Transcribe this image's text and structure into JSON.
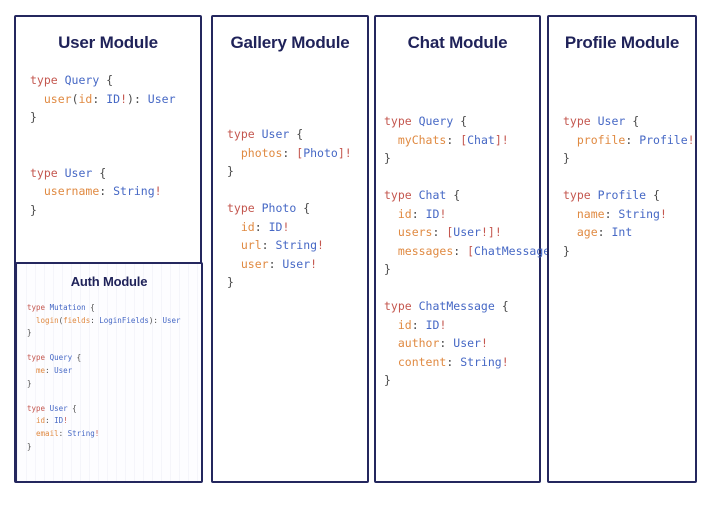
{
  "canvas": {
    "background": "#ffffff",
    "border_color": "#24275e",
    "title_color": "#1f2259"
  },
  "syntax_colors": {
    "keyword": "#c4574f",
    "type_name": "#4668c5",
    "field": "#e08a42",
    "type_ref": "#4668c5",
    "punctuation": "#4a4a4a",
    "non_null": "#c4574f"
  },
  "panels": [
    {
      "id": "user-module",
      "title": "User Module",
      "code_lines": [
        [
          [
            "type ",
            "kw"
          ],
          [
            "Query",
            "tname"
          ],
          [
            " {",
            "punc"
          ]
        ],
        [
          [
            "  ",
            "punc"
          ],
          [
            "user",
            "field"
          ],
          [
            "(",
            "punc"
          ],
          [
            "id",
            "field"
          ],
          [
            ": ",
            "punc"
          ],
          [
            "ID",
            "type"
          ],
          [
            "!",
            "bang"
          ],
          [
            "): ",
            "punc"
          ],
          [
            "User",
            "type"
          ]
        ],
        [
          [
            "}",
            "punc"
          ]
        ],
        [
          [
            "",
            "punc"
          ]
        ],
        [
          [
            "",
            "punc"
          ]
        ],
        [
          [
            "type ",
            "kw"
          ],
          [
            "User",
            "tname"
          ],
          [
            " {",
            "punc"
          ]
        ],
        [
          [
            "  ",
            "punc"
          ],
          [
            "username",
            "field"
          ],
          [
            ": ",
            "punc"
          ],
          [
            "String",
            "type"
          ],
          [
            "!",
            "bang"
          ]
        ],
        [
          [
            "}",
            "punc"
          ]
        ]
      ],
      "sub_panel": {
        "id": "auth-module",
        "title": "Auth Module",
        "code_lines": [
          [
            [
              "type ",
              "kw"
            ],
            [
              "Mutation",
              "tname"
            ],
            [
              " {",
              "punc"
            ]
          ],
          [
            [
              "  ",
              "punc"
            ],
            [
              "login",
              "field"
            ],
            [
              "(",
              "punc"
            ],
            [
              "fields",
              "field"
            ],
            [
              ": ",
              "punc"
            ],
            [
              "LoginFields",
              "type"
            ],
            [
              "): ",
              "punc"
            ],
            [
              "User",
              "type"
            ]
          ],
          [
            [
              "}",
              "punc"
            ]
          ],
          [
            [
              "",
              "punc"
            ]
          ],
          [
            [
              "type ",
              "kw"
            ],
            [
              "Query",
              "tname"
            ],
            [
              " {",
              "punc"
            ]
          ],
          [
            [
              "  ",
              "punc"
            ],
            [
              "me",
              "field"
            ],
            [
              ": ",
              "punc"
            ],
            [
              "User",
              "type"
            ]
          ],
          [
            [
              "}",
              "punc"
            ]
          ],
          [
            [
              "",
              "punc"
            ]
          ],
          [
            [
              "type ",
              "kw"
            ],
            [
              "User",
              "tname"
            ],
            [
              " {",
              "punc"
            ]
          ],
          [
            [
              "  ",
              "punc"
            ],
            [
              "id",
              "field"
            ],
            [
              ": ",
              "punc"
            ],
            [
              "ID",
              "type"
            ],
            [
              "!",
              "bang"
            ]
          ],
          [
            [
              "  ",
              "punc"
            ],
            [
              "email",
              "field"
            ],
            [
              ": ",
              "punc"
            ],
            [
              "String",
              "type"
            ],
            [
              "!",
              "bang"
            ]
          ],
          [
            [
              "}",
              "punc"
            ]
          ]
        ]
      }
    },
    {
      "id": "gallery-module",
      "title": "Gallery Module",
      "code_lines": [
        [
          [
            "type ",
            "kw"
          ],
          [
            "User",
            "tname"
          ],
          [
            " {",
            "punc"
          ]
        ],
        [
          [
            "  ",
            "punc"
          ],
          [
            "photos",
            "field"
          ],
          [
            ": ",
            "punc"
          ],
          [
            "[",
            "bang"
          ],
          [
            "Photo",
            "type"
          ],
          [
            "]",
            "bang"
          ],
          [
            "!",
            "bang"
          ]
        ],
        [
          [
            "}",
            "punc"
          ]
        ],
        [
          [
            "",
            "punc"
          ]
        ],
        [
          [
            "type ",
            "kw"
          ],
          [
            "Photo",
            "tname"
          ],
          [
            " {",
            "punc"
          ]
        ],
        [
          [
            "  ",
            "punc"
          ],
          [
            "id",
            "field"
          ],
          [
            ": ",
            "punc"
          ],
          [
            "ID",
            "type"
          ],
          [
            "!",
            "bang"
          ]
        ],
        [
          [
            "  ",
            "punc"
          ],
          [
            "url",
            "field"
          ],
          [
            ": ",
            "punc"
          ],
          [
            "String",
            "type"
          ],
          [
            "!",
            "bang"
          ]
        ],
        [
          [
            "  ",
            "punc"
          ],
          [
            "user",
            "field"
          ],
          [
            ": ",
            "punc"
          ],
          [
            "User",
            "type"
          ],
          [
            "!",
            "bang"
          ]
        ],
        [
          [
            "}",
            "punc"
          ]
        ]
      ]
    },
    {
      "id": "chat-module",
      "title": "Chat Module",
      "code_lines": [
        [
          [
            "type ",
            "kw"
          ],
          [
            "Query",
            "tname"
          ],
          [
            " {",
            "punc"
          ]
        ],
        [
          [
            "  ",
            "punc"
          ],
          [
            "myChats",
            "field"
          ],
          [
            ": ",
            "punc"
          ],
          [
            "[",
            "bang"
          ],
          [
            "Chat",
            "type"
          ],
          [
            "]",
            "bang"
          ],
          [
            "!",
            "bang"
          ]
        ],
        [
          [
            "}",
            "punc"
          ]
        ],
        [
          [
            "",
            "punc"
          ]
        ],
        [
          [
            "type ",
            "kw"
          ],
          [
            "Chat",
            "tname"
          ],
          [
            " {",
            "punc"
          ]
        ],
        [
          [
            "  ",
            "punc"
          ],
          [
            "id",
            "field"
          ],
          [
            ": ",
            "punc"
          ],
          [
            "ID",
            "type"
          ],
          [
            "!",
            "bang"
          ]
        ],
        [
          [
            "  ",
            "punc"
          ],
          [
            "users",
            "field"
          ],
          [
            ": ",
            "punc"
          ],
          [
            "[",
            "bang"
          ],
          [
            "User",
            "type"
          ],
          [
            "!",
            "bang"
          ],
          [
            "]",
            "bang"
          ],
          [
            "!",
            "bang"
          ]
        ],
        [
          [
            "  ",
            "punc"
          ],
          [
            "messages",
            "field"
          ],
          [
            ": ",
            "punc"
          ],
          [
            "[",
            "bang"
          ],
          [
            "ChatMessage",
            "type"
          ],
          [
            "]",
            "bang"
          ],
          [
            "!",
            "bang"
          ]
        ],
        [
          [
            "}",
            "punc"
          ]
        ],
        [
          [
            "",
            "punc"
          ]
        ],
        [
          [
            "type ",
            "kw"
          ],
          [
            "ChatMessage",
            "tname"
          ],
          [
            " {",
            "punc"
          ]
        ],
        [
          [
            "  ",
            "punc"
          ],
          [
            "id",
            "field"
          ],
          [
            ": ",
            "punc"
          ],
          [
            "ID",
            "type"
          ],
          [
            "!",
            "bang"
          ]
        ],
        [
          [
            "  ",
            "punc"
          ],
          [
            "author",
            "field"
          ],
          [
            ": ",
            "punc"
          ],
          [
            "User",
            "type"
          ],
          [
            "!",
            "bang"
          ]
        ],
        [
          [
            "  ",
            "punc"
          ],
          [
            "content",
            "field"
          ],
          [
            ": ",
            "punc"
          ],
          [
            "String",
            "type"
          ],
          [
            "!",
            "bang"
          ]
        ],
        [
          [
            "}",
            "punc"
          ]
        ]
      ]
    },
    {
      "id": "profile-module",
      "title": "Profile Module",
      "code_lines": [
        [
          [
            "type ",
            "kw"
          ],
          [
            "User",
            "tname"
          ],
          [
            " {",
            "punc"
          ]
        ],
        [
          [
            "  ",
            "punc"
          ],
          [
            "profile",
            "field"
          ],
          [
            ": ",
            "punc"
          ],
          [
            "Profile",
            "type"
          ],
          [
            "!",
            "bang"
          ]
        ],
        [
          [
            "}",
            "punc"
          ]
        ],
        [
          [
            "",
            "punc"
          ]
        ],
        [
          [
            "type ",
            "kw"
          ],
          [
            "Profile",
            "tname"
          ],
          [
            " {",
            "punc"
          ]
        ],
        [
          [
            "  ",
            "punc"
          ],
          [
            "name",
            "field"
          ],
          [
            ": ",
            "punc"
          ],
          [
            "String",
            "type"
          ],
          [
            "!",
            "bang"
          ]
        ],
        [
          [
            "  ",
            "punc"
          ],
          [
            "age",
            "field"
          ],
          [
            ": ",
            "punc"
          ],
          [
            "Int",
            "type"
          ]
        ],
        [
          [
            "}",
            "punc"
          ]
        ]
      ]
    }
  ]
}
